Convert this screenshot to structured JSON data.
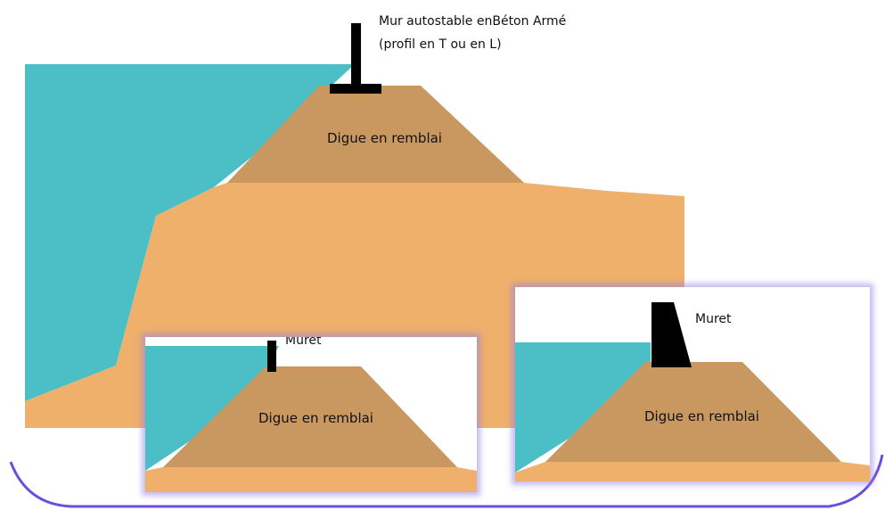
{
  "main_diagram": {
    "wall_label_line1": "Mur autostable enBéton Armé",
    "wall_label_line2": "(profil en T ou en L)",
    "dike_label": "Digue en remblai"
  },
  "inset_left": {
    "wall_label": "Muret",
    "dike_label": "Digue en remblai"
  },
  "inset_right": {
    "wall_label": "Muret",
    "dike_label": "Digue en remblai"
  },
  "colors": {
    "water": "#4bbfc5",
    "ground": "#eeb06b",
    "dike": "#c99860",
    "wall": "#000000",
    "frame": "#6a4ee0"
  }
}
